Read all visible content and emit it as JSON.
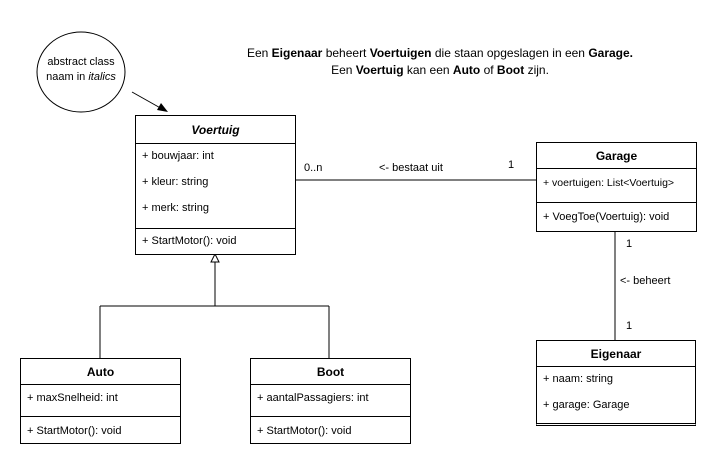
{
  "caption": {
    "line1": [
      {
        "t": "Een ",
        "b": false
      },
      {
        "t": "Eigenaar",
        "b": true
      },
      {
        "t": " beheert ",
        "b": false
      },
      {
        "t": "Voertuigen",
        "b": true
      },
      {
        "t": " die staan opgeslagen in een ",
        "b": false
      },
      {
        "t": "Garage.",
        "b": true
      }
    ],
    "line2": [
      {
        "t": "Een ",
        "b": false
      },
      {
        "t": "Voertuig",
        "b": true
      },
      {
        "t": " kan een ",
        "b": false
      },
      {
        "t": "Auto",
        "b": true
      },
      {
        "t": " of ",
        "b": false
      },
      {
        "t": "Boot",
        "b": true
      },
      {
        "t": " zijn.",
        "b": false
      }
    ]
  },
  "note": {
    "line1": "abstract class",
    "line2_prefix": "naam in ",
    "line2_italic": "italics"
  },
  "classes": {
    "voertuig": {
      "name": "Voertuig",
      "attributes": [
        "+ bouwjaar: int",
        "+ kleur: string",
        "+ merk: string"
      ],
      "methods": [
        "+ StartMotor(): void"
      ]
    },
    "garage": {
      "name": "Garage",
      "attributes": [
        "+ voertuigen: List<Voertuig>"
      ],
      "methods": [
        "+ VoegToe(Voertuig): void"
      ]
    },
    "auto": {
      "name": "Auto",
      "attributes": [
        "+ maxSnelheid: int"
      ],
      "methods": [
        "+ StartMotor(): void"
      ]
    },
    "boot": {
      "name": "Boot",
      "attributes": [
        "+ aantalPassagiers: int"
      ],
      "methods": [
        "+ StartMotor(): void"
      ]
    },
    "eigenaar": {
      "name": "Eigenaar",
      "attributes": [
        "+ naam: string",
        "+ garage: Garage"
      ],
      "methods": []
    }
  },
  "associations": {
    "voertuig_garage": {
      "mult_voertuig": "0..n",
      "mult_garage": "1",
      "label": "<- bestaat uit"
    },
    "garage_eigenaar": {
      "mult_garage": "1",
      "mult_eigenaar": "1",
      "label": "<- beheert"
    }
  }
}
